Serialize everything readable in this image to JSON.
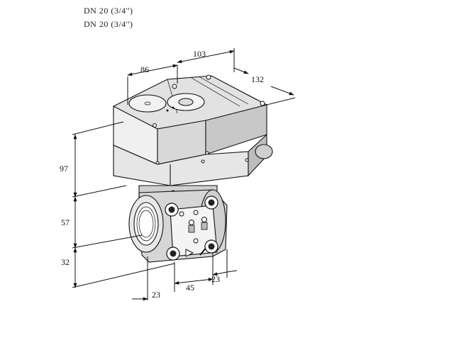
{
  "header": {
    "line1": "DN 20 (3/4'')",
    "line2": "DN 20 (3/4'')"
  },
  "dimensions": {
    "top_left": "86",
    "top_mid": "103",
    "top_right": "132",
    "left_top": "97",
    "left_mid": "57",
    "left_bottom": "32",
    "bottom_left": "23",
    "bottom_mid": "45",
    "bottom_right": "23"
  }
}
